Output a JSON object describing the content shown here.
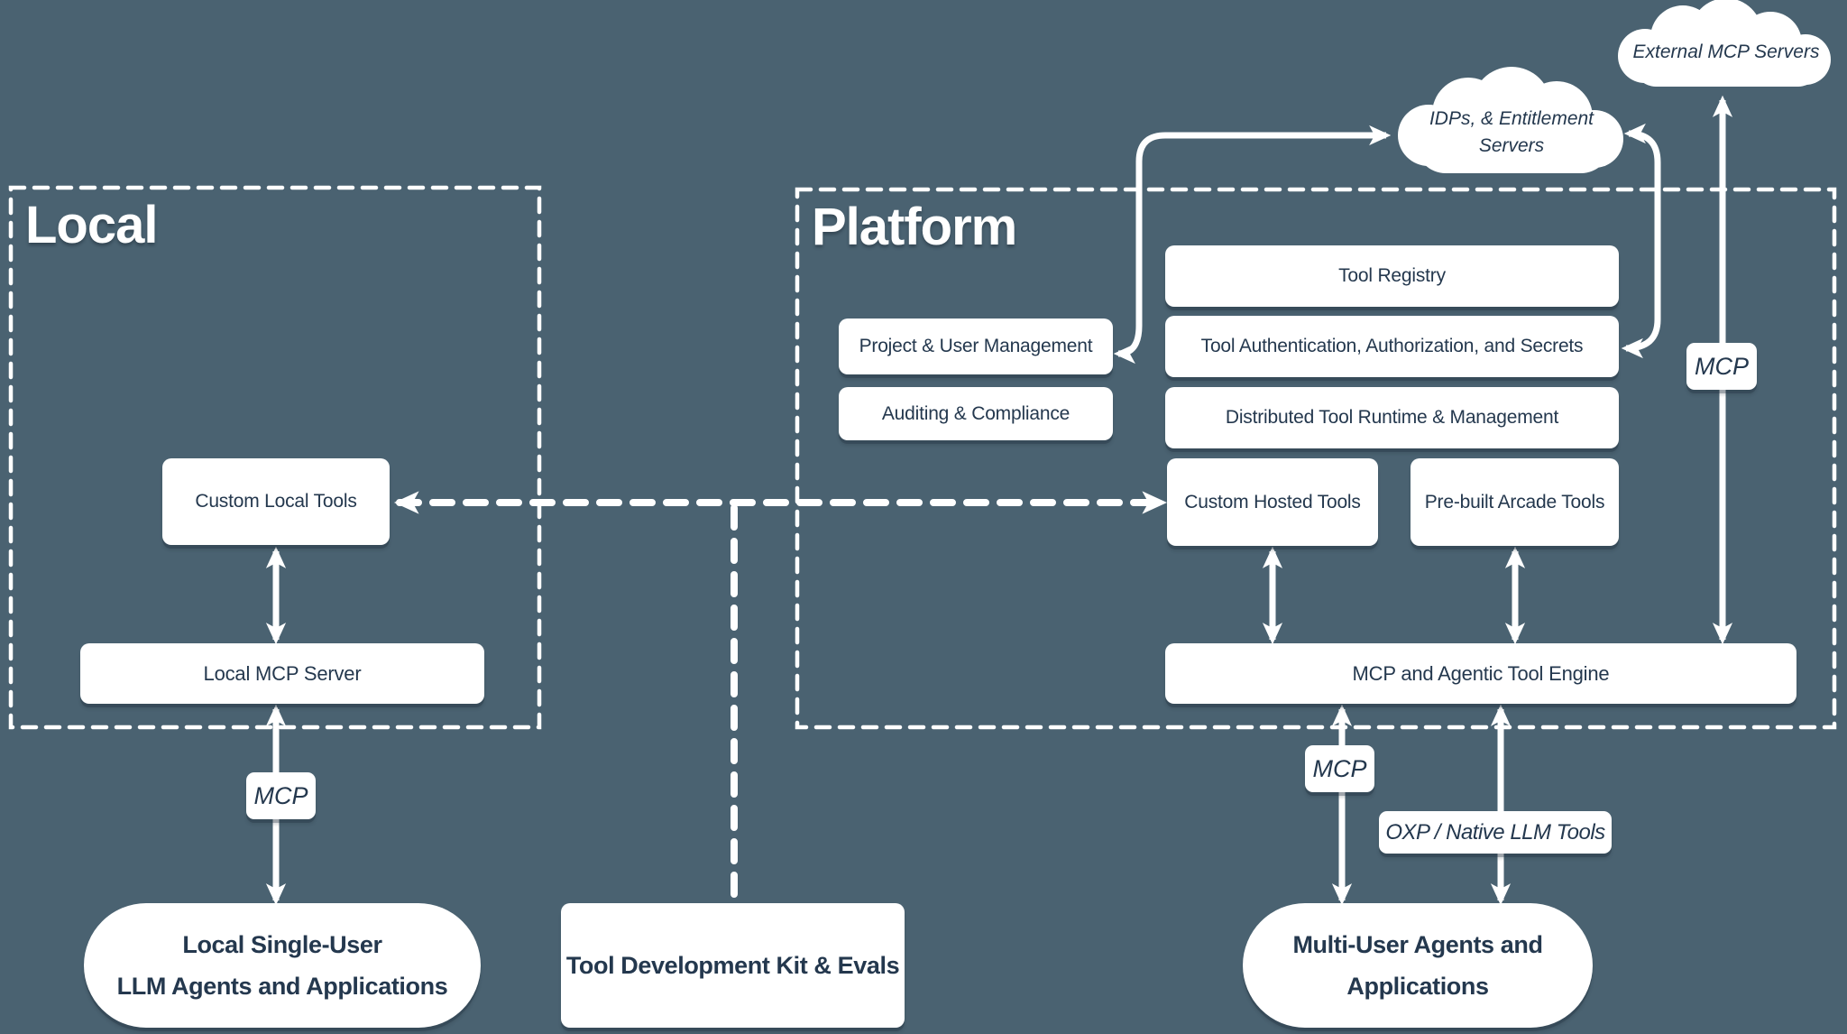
{
  "colors": {
    "background": "#4a6271",
    "ink": "#24384e",
    "line": "#ffffff"
  },
  "regions": {
    "local": {
      "title": "Local"
    },
    "platform": {
      "title": "Platform"
    }
  },
  "clouds": {
    "external": {
      "label": "External MCP Servers"
    },
    "idps": {
      "line1": "IDPs, & Entitlement",
      "line2": "Servers"
    }
  },
  "nodes": {
    "tool_registry": {
      "label": "Tool Registry"
    },
    "tool_auth": {
      "label": "Tool Authentication, Authorization, and Secrets"
    },
    "distributed": {
      "label": "Distributed Tool Runtime & Management"
    },
    "project": {
      "label": "Project & User Management"
    },
    "auditing": {
      "label": "Auditing & Compliance"
    },
    "custom_hosted": {
      "label": "Custom Hosted Tools"
    },
    "prebuilt": {
      "label": "Pre-built Arcade Tools"
    },
    "engine": {
      "label": "MCP and Agentic Tool Engine"
    },
    "custom_local": {
      "label": "Custom Local Tools"
    },
    "local_server": {
      "label": "Local MCP Server"
    }
  },
  "protocol_labels": {
    "mcp_local": "MCP",
    "mcp_platform": "MCP",
    "mcp_external": "MCP",
    "oxp": "OXP / Native LLM Tools"
  },
  "terminals": {
    "local_agents": {
      "line1": "Local Single-User",
      "line2": "LLM Agents and Applications"
    },
    "tdk": {
      "label": "Tool Development Kit & Evals"
    },
    "multi_agents": {
      "line1": "Multi-User Agents and",
      "line2": "Applications"
    }
  }
}
